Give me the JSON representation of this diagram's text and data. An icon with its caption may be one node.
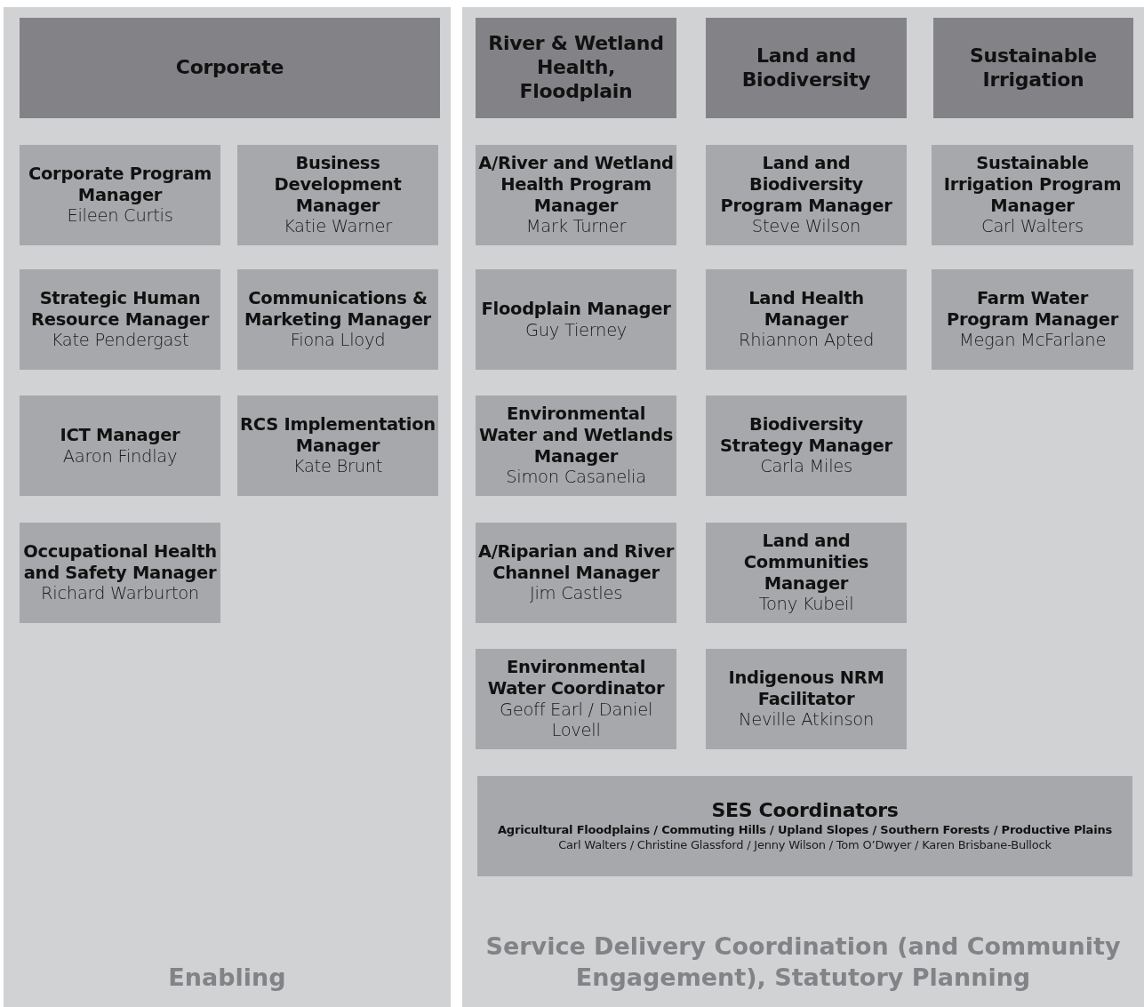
{
  "diagram": {
    "nodes": [
      {
        "text": [
          "Enabling"
        ]
      },
      {
        "text": [
          "Corporate"
        ],
        "in": 0
      },
      {
        "text": [
          "Corporate Program Manager",
          "Eileen Curtis"
        ],
        "in": 0
      },
      {
        "text": [
          "Business Development Manager",
          "Katie Warner"
        ],
        "in": 0
      },
      {
        "text": [
          "Strategic Human Resource Manager",
          "Kate Pendergast"
        ],
        "in": 0
      },
      {
        "text": [
          "Communications & Marketing Manager",
          "Fiona Lloyd"
        ],
        "in": 0
      },
      {
        "text": [
          "ICT Manager",
          "Aaron Findlay"
        ],
        "in": 0
      },
      {
        "text": [
          "RCS Implementation Manager",
          "Kate Brunt"
        ],
        "in": 0
      },
      {
        "text": [
          "Occupational Health and Safety Manager",
          "Richard Warburton"
        ],
        "in": 0
      },
      {
        "text": [
          "Service Delivery Coordination (and Community Engagement), Statutory Planning"
        ]
      },
      {
        "text": [
          "River & Wetland Health, Floodplain"
        ],
        "in": 9
      },
      {
        "text": [
          "Land and Biodiversity"
        ],
        "in": 9
      },
      {
        "text": [
          "Sustainable Irrigation"
        ],
        "in": 9
      },
      {
        "text": [
          "A/River and Wetland Health Program Manager",
          "Mark Turner"
        ],
        "in": 9
      },
      {
        "text": [
          "Land and Biodiversity Program Manager",
          "Steve Wilson"
        ],
        "in": 9
      },
      {
        "text": [
          "Sustainable Irrigation Program Manager",
          "Carl Walters"
        ],
        "in": 9
      },
      {
        "text": [
          "Floodplain Manager",
          "Guy Tierney"
        ],
        "in": 9
      },
      {
        "text": [
          "Land Health Manager",
          "Rhiannon Apted"
        ],
        "in": 9
      },
      {
        "text": [
          "Farm Water Program Manager",
          "Megan McFarlane"
        ],
        "in": 9
      },
      {
        "text": [
          "Environmental Water and Wetlands Manager",
          "Simon Casanelia"
        ],
        "in": 9
      },
      {
        "text": [
          "Biodiversity Strategy Manager",
          "Carla Miles"
        ],
        "in": 9
      },
      {
        "text": [
          "A/Riparian and River Channel Manager",
          "Jim Castles"
        ],
        "in": 9
      },
      {
        "text": [
          "Land and Communities Manager",
          "Tony Kubeil"
        ],
        "in": 9
      },
      {
        "text": [
          "Environmental Water Coordinator",
          "Geoff Earl / Daniel Lovell"
        ],
        "in": 9
      },
      {
        "text": [
          "Indigenous NRM Facilitator",
          "Neville Atkinson"
        ],
        "in": 9
      },
      {
        "text": [
          "SES Coordinators",
          "Agricultural Floodplains / Commuting Hills / Upland Slopes / Southern Forests / Productive Plains",
          "Carl Walters / Christine Glassford / Jenny Wilson / Tom O’Dwyer / Karen Brisbane-Bullock"
        ],
        "in": 9
      }
    ]
  }
}
